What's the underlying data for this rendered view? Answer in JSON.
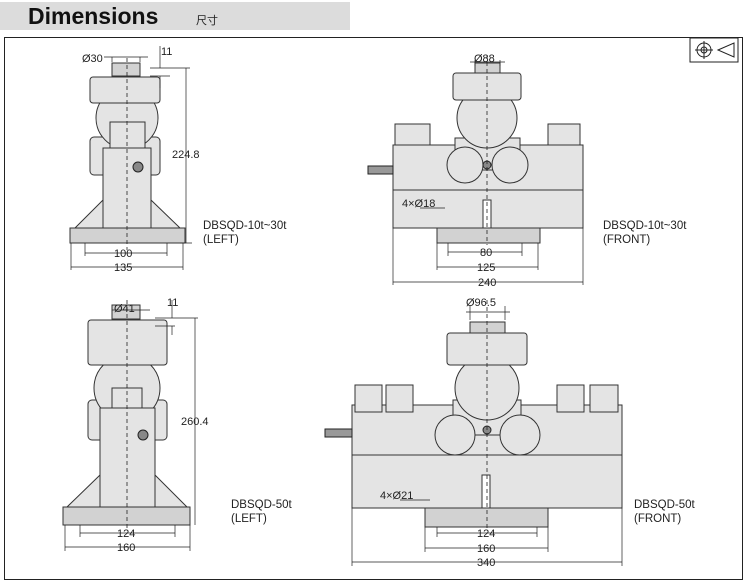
{
  "header": {
    "title": "Dimensions",
    "subtitle": "尺寸"
  },
  "symbol": {
    "icon": "third-angle-projection-icon"
  },
  "views": [
    {
      "model": "DBSQD-10t~30t",
      "view": "(LEFT)",
      "dims": {
        "dia": "Ø30",
        "cap": "11",
        "height": "224.8",
        "hole_spacing": "100",
        "width": "135"
      }
    },
    {
      "model": "DBSQD-10t~30t",
      "view": "(FRONT)",
      "dims": {
        "dia": "Ø88",
        "holes": "4×Ø18",
        "inner": "80",
        "foot": "125",
        "length": "240"
      }
    },
    {
      "model": "DBSQD-50t",
      "view": "(LEFT)",
      "dims": {
        "dia": "Ø41",
        "cap": "11",
        "height": "260.4",
        "hole_spacing": "124",
        "width": "160"
      }
    },
    {
      "model": "DBSQD-50t",
      "view": "(FRONT)",
      "dims": {
        "dia": "Ø96.5",
        "holes": "4×Ø21",
        "inner": "124",
        "foot": "160",
        "length": "340"
      }
    }
  ]
}
